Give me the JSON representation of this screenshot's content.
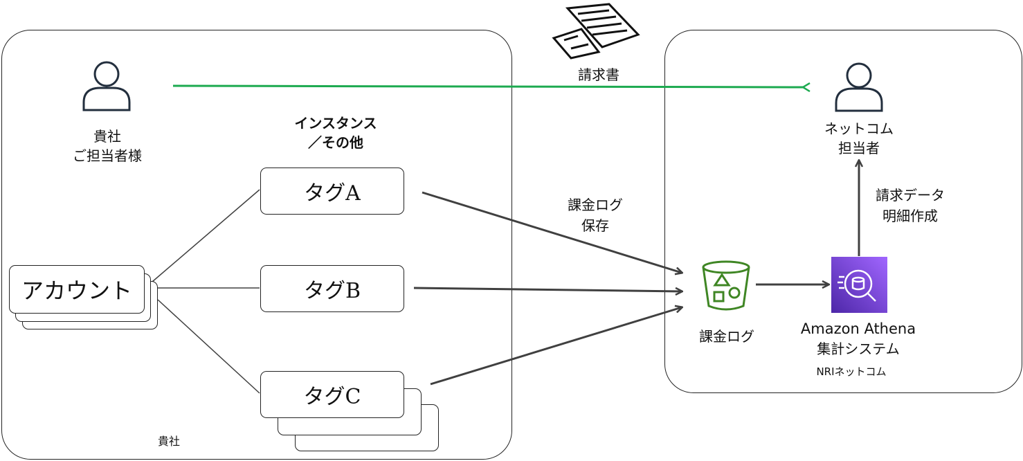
{
  "regions": {
    "company_label": "貴社"
  },
  "people": {
    "client_line1": "貴社",
    "client_line2": "ご担当者様",
    "nri_line1": "ネットコム",
    "nri_line2": "担当者"
  },
  "invoice": {
    "label": "請求書"
  },
  "instances": {
    "heading_line1": "インスタンス",
    "heading_line2": "／その他"
  },
  "account": {
    "label": "アカウント"
  },
  "tags": [
    {
      "label": "タグA"
    },
    {
      "label": "タグB"
    },
    {
      "label": "タグC"
    }
  ],
  "flows": {
    "save_log_line1": "課金ログ",
    "save_log_line2": "保存",
    "billing_detail_line1": "請求データ",
    "billing_detail_line2": "明細作成"
  },
  "bucket": {
    "label": "課金ログ",
    "icon": "s3-bucket-icon",
    "color": "#3F8624"
  },
  "athena": {
    "line1": "Amazon Athena",
    "line2": "集計システム",
    "provider": "NRIネットコム",
    "icon": "athena-icon",
    "color": "#7B3FE4"
  },
  "colors": {
    "invoice_arrow": "#1DAA50",
    "arrow": "#404040"
  }
}
